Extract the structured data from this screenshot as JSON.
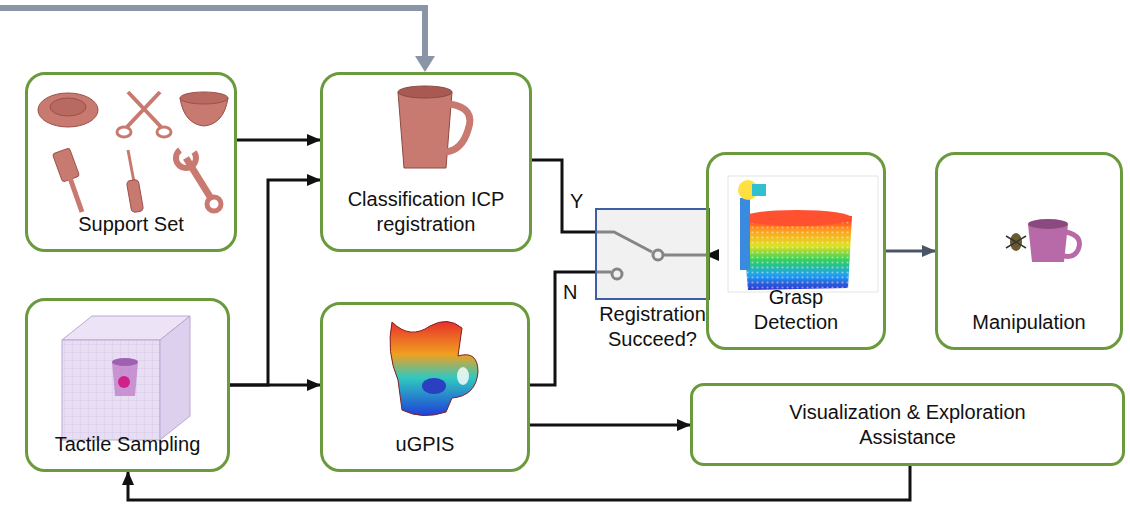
{
  "diagram": {
    "nodes": [
      {
        "text": [
          "Support Set"
        ]
      },
      {
        "text": [
          "Classification ICP registration"
        ]
      },
      {
        "text": [
          "Tactile Sampling"
        ]
      },
      {
        "text": [
          "uGPIS"
        ]
      },
      {
        "text": [
          "Registration Succeed?"
        ]
      },
      {
        "text": [
          "Grasp Detection"
        ]
      },
      {
        "text": [
          "Manipulation"
        ]
      },
      {
        "text": [
          "Visualization & Exploration Assistance"
        ]
      }
    ],
    "edges": [
      {
        "from": 0,
        "to": 1,
        "arrow": "to"
      },
      {
        "from": 2,
        "to": 1,
        "arrow": "to"
      },
      {
        "from": 2,
        "to": 3,
        "arrow": "to"
      },
      {
        "from": 1,
        "to": 4,
        "label": "Y",
        "arrow": "none"
      },
      {
        "from": 3,
        "to": 4,
        "label": "N",
        "arrow": "none"
      },
      {
        "from": 4,
        "to": 5,
        "arrow": "to"
      },
      {
        "from": 5,
        "to": 6,
        "arrow": "to"
      },
      {
        "from": 3,
        "to": 7,
        "arrow": "to"
      },
      {
        "from": 7,
        "to": 2,
        "arrow": "to"
      }
    ]
  }
}
